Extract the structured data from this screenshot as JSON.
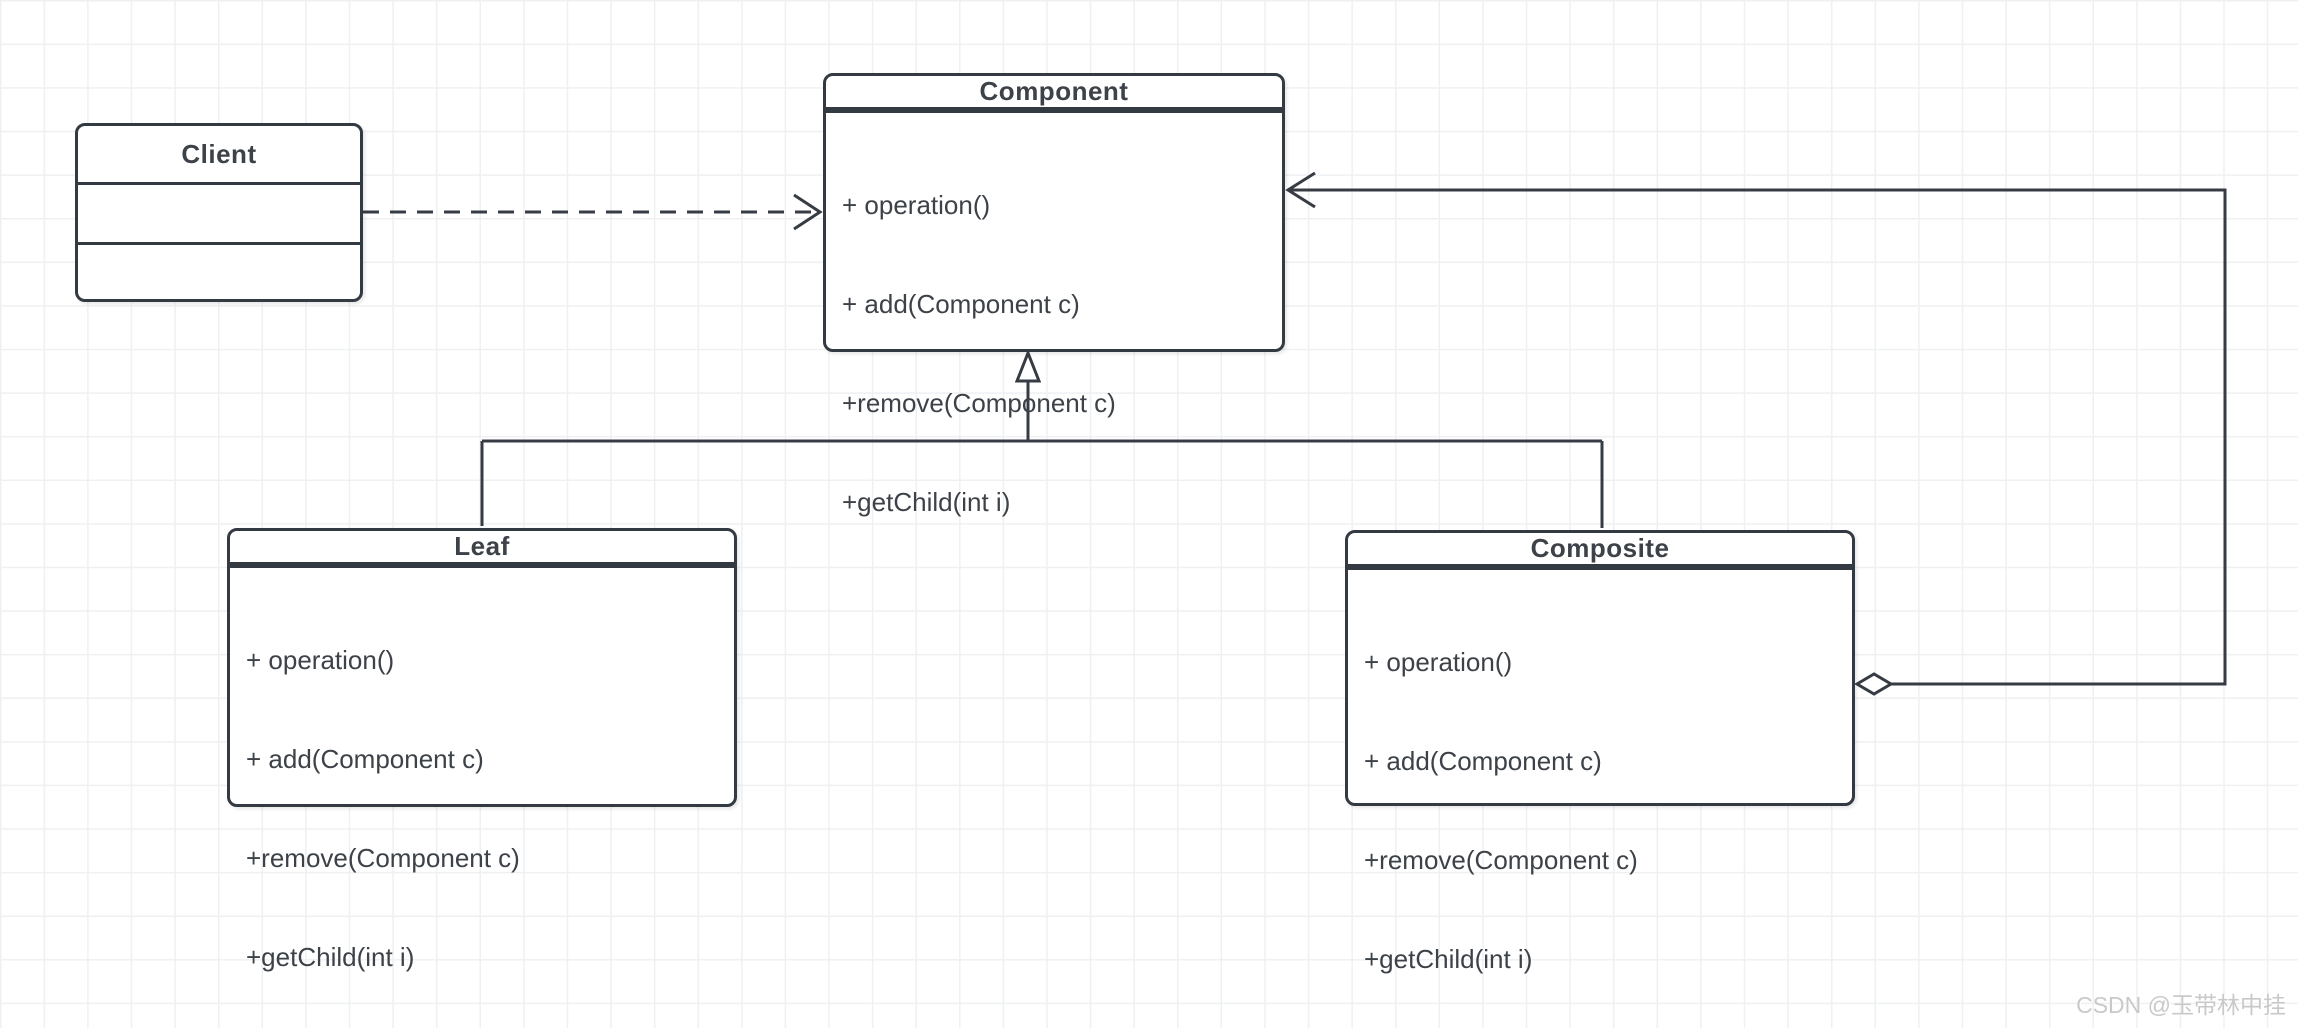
{
  "watermark": "CSDN @玉带林中挂",
  "classes": {
    "client": {
      "name": "Client",
      "attributes": "",
      "methods": []
    },
    "component": {
      "name": "Component",
      "attributes": "",
      "methods": [
        "+ operation()",
        "+ add(Component c)",
        "+remove(Component c)",
        "+getChild(int i)"
      ]
    },
    "leaf": {
      "name": "Leaf",
      "attributes": "",
      "methods": [
        "+ operation()",
        "+ add(Component c)",
        "+remove(Component c)",
        "+getChild(int i)"
      ]
    },
    "composite": {
      "name": "Composite",
      "attributes": "",
      "methods": [
        "+ operation()",
        "+ add(Component c)",
        "+remove(Component c)",
        "+getChild(int i)"
      ]
    }
  },
  "relations": [
    {
      "type": "dependency",
      "from": "Client",
      "to": "Component",
      "marker": "dashed-line-open-arrow"
    },
    {
      "type": "generalization",
      "from": "Leaf",
      "to": "Component",
      "marker": "solid-line-hollow-triangle"
    },
    {
      "type": "generalization",
      "from": "Composite",
      "to": "Component",
      "marker": "solid-line-hollow-triangle"
    },
    {
      "type": "aggregation",
      "from": "Component",
      "to": "Composite",
      "marker": "hollow-diamond-open-arrow"
    }
  ],
  "colors": {
    "stroke": "#373c44",
    "text": "#3d4249",
    "grid": "#eef0f2",
    "background": "#ffffff",
    "watermark_text": "#c9c9c9"
  }
}
